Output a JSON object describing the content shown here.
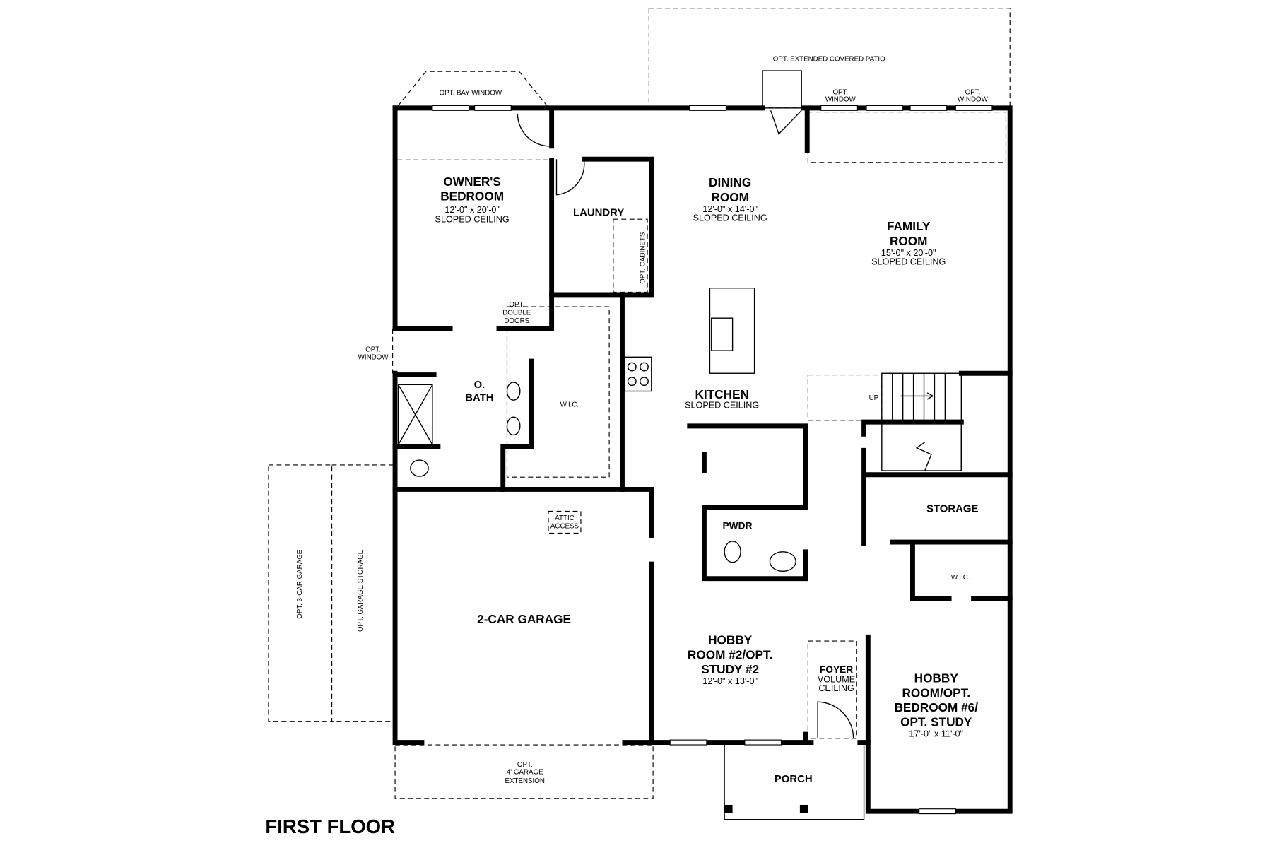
{
  "title": "FIRST FLOOR",
  "rooms": {
    "owners_bedroom": {
      "line1": "OWNER'S",
      "line2": "BEDROOM",
      "dims": "12'-0\" x 20'-0\"",
      "note": "SLOPED CEILING"
    },
    "laundry": {
      "line1": "LAUNDRY"
    },
    "dining": {
      "line1": "DINING",
      "line2": "ROOM",
      "dims": "12'-0\" x 14'-0\"",
      "note": "SLOPED CEILING"
    },
    "family": {
      "line1": "FAMILY",
      "line2": "ROOM",
      "dims": "15'-0\" x 20'-0\"",
      "note": "SLOPED CEILING"
    },
    "kitchen": {
      "line1": "KITCHEN",
      "note": "SLOPED CEILING"
    },
    "obath": {
      "line1": "O.",
      "line2": "BATH"
    },
    "wic_owner": {
      "line1": "W.I.C."
    },
    "storage": {
      "line1": "STORAGE"
    },
    "pwdr": {
      "line1": "PWDR"
    },
    "wic_front": {
      "line1": "W.I.C."
    },
    "garage": {
      "line1": "2-CAR GARAGE"
    },
    "hobby2": {
      "line1": "HOBBY",
      "line2": "ROOM #2/OPT.",
      "line3": "STUDY #2",
      "dims": "12'-0\" x 13'-0\""
    },
    "foyer": {
      "line1": "FOYER",
      "line2": "VOLUME",
      "line3": "CEILING"
    },
    "hobby": {
      "line1": "HOBBY",
      "line2": "ROOM/OPT.",
      "line3": "BEDROOM #6/",
      "line4": "OPT. STUDY",
      "dims": "17'-0\" x 11'-0\""
    },
    "porch": {
      "line1": "PORCH"
    }
  },
  "options": {
    "patio": "OPT. EXTENDED COVERED PATIO",
    "bay_window": "OPT. BAY WINDOW",
    "window_a": {
      "line1": "OPT.",
      "line2": "WINDOW"
    },
    "window_b": {
      "line1": "OPT.",
      "line2": "WINDOW"
    },
    "window_left": {
      "line1": "OPT.",
      "line2": "WINDOW"
    },
    "double_doors": {
      "line1": "OPT.",
      "line2": "DOUBLE",
      "line3": "DOORS"
    },
    "cabinets": "OPT. CABINETS",
    "three_car": "OPT. 3-CAR GARAGE",
    "garage_storage": "OPT. GARAGE STORAGE",
    "garage_ext": {
      "line1": "OPT.",
      "line2": "4' GARAGE",
      "line3": "EXTENSION"
    },
    "attic": {
      "line1": "ATTIC",
      "line2": "ACCESS"
    },
    "stairs_up": "UP"
  }
}
